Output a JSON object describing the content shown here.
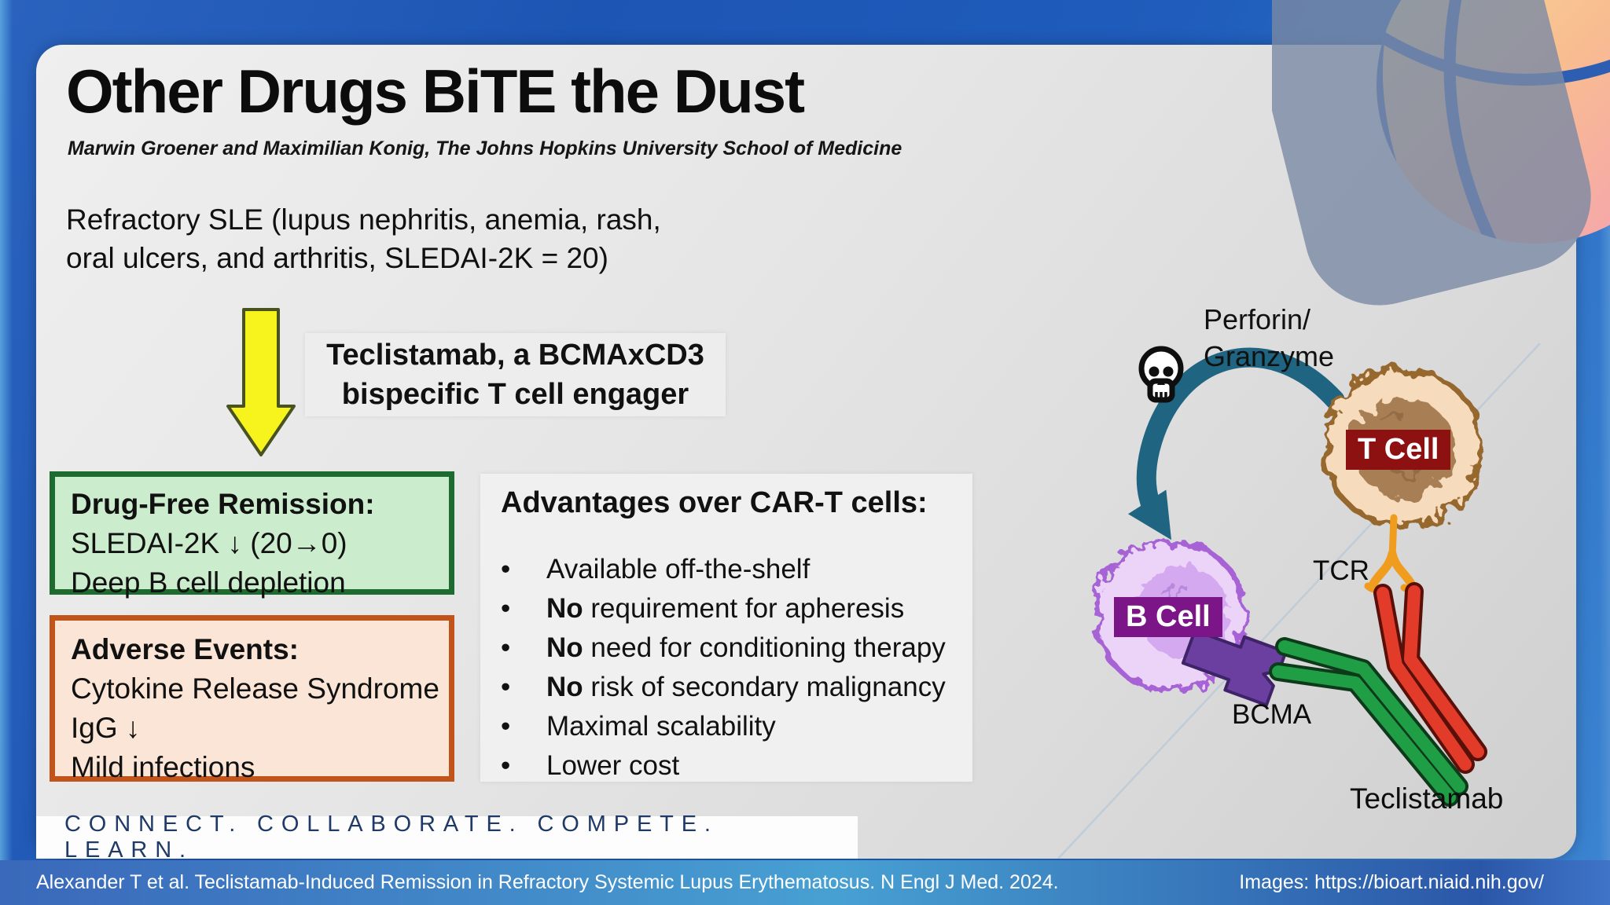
{
  "slide": {
    "title": "Other Drugs BiTE the Dust",
    "authors": "Marwin Groener and Maximilian Konig, The Johns Hopkins University School of Medicine",
    "case_line1": "Refractory SLE (lupus nephritis, anemia, rash,",
    "case_line2": "oral ulcers, and arthritis, SLEDAI-2K = 20)",
    "treatment": {
      "line1": "Teclistamab, a BCMAxCD3",
      "line2": "bispecific T cell engager"
    },
    "remission": {
      "title": "Drug-Free Remission:",
      "line1": "SLEDAI-2K ↓ (20→0)",
      "line2": "Deep B cell depletion",
      "fill": "#cbedcd",
      "border": "#1e6b30"
    },
    "adverse": {
      "title": "Adverse Events:",
      "line1": "Cytokine Release Syndrome",
      "line2": "IgG ↓",
      "line3": "Mild infections",
      "fill": "#fbe5d6",
      "border": "#c0541a"
    },
    "advantages": {
      "title": "Advantages over CAR-T cells:",
      "bullet": "•",
      "items": [
        {
          "bold": "",
          "text": "Available off-the-shelf"
        },
        {
          "bold": "No",
          "text": " requirement for apheresis"
        },
        {
          "bold": "No",
          "text": " need for conditioning therapy"
        },
        {
          "bold": "No",
          "text": " risk of secondary malignancy"
        },
        {
          "bold": "",
          "text": "Maximal scalability"
        },
        {
          "bold": "",
          "text": "Lower cost"
        }
      ]
    },
    "diagram": {
      "perforin_line1": "Perforin/",
      "perforin_line2": "Granzyme",
      "skull_icon": "skull",
      "t_cell_label": "T Cell",
      "b_cell_label": "B Cell",
      "tcr_label": "TCR",
      "bcma_label": "BCMA",
      "antibody_label": "Teclistamab",
      "colors": {
        "kill_arrow": "#1f6581",
        "t_cell_body": "#f6dcbd",
        "t_cell_nucleus": "#a87e55",
        "t_cell_label_bg": "#8e1111",
        "b_cell_body": "#ecd4f8",
        "b_cell_nucleus": "#d5a9ef",
        "b_cell_label_bg": "#7c1587",
        "tcr": "#f09c1f",
        "bcma": "#6b3fa0",
        "antibody_red": "#e23b2a",
        "antibody_green": "#1f9e45",
        "down_arrow_yellow": "#f7f41d"
      }
    },
    "banner": "CONNECT. COLLABORATE. COMPETE. LEARN."
  },
  "footer": {
    "citation": "Alexander T et al. Teclistamab-Induced Remission in Refractory Systemic Lupus Erythematosus. N Engl J Med. 2024.",
    "credit": "Images: https://bioart.niaid.nih.gov/"
  }
}
